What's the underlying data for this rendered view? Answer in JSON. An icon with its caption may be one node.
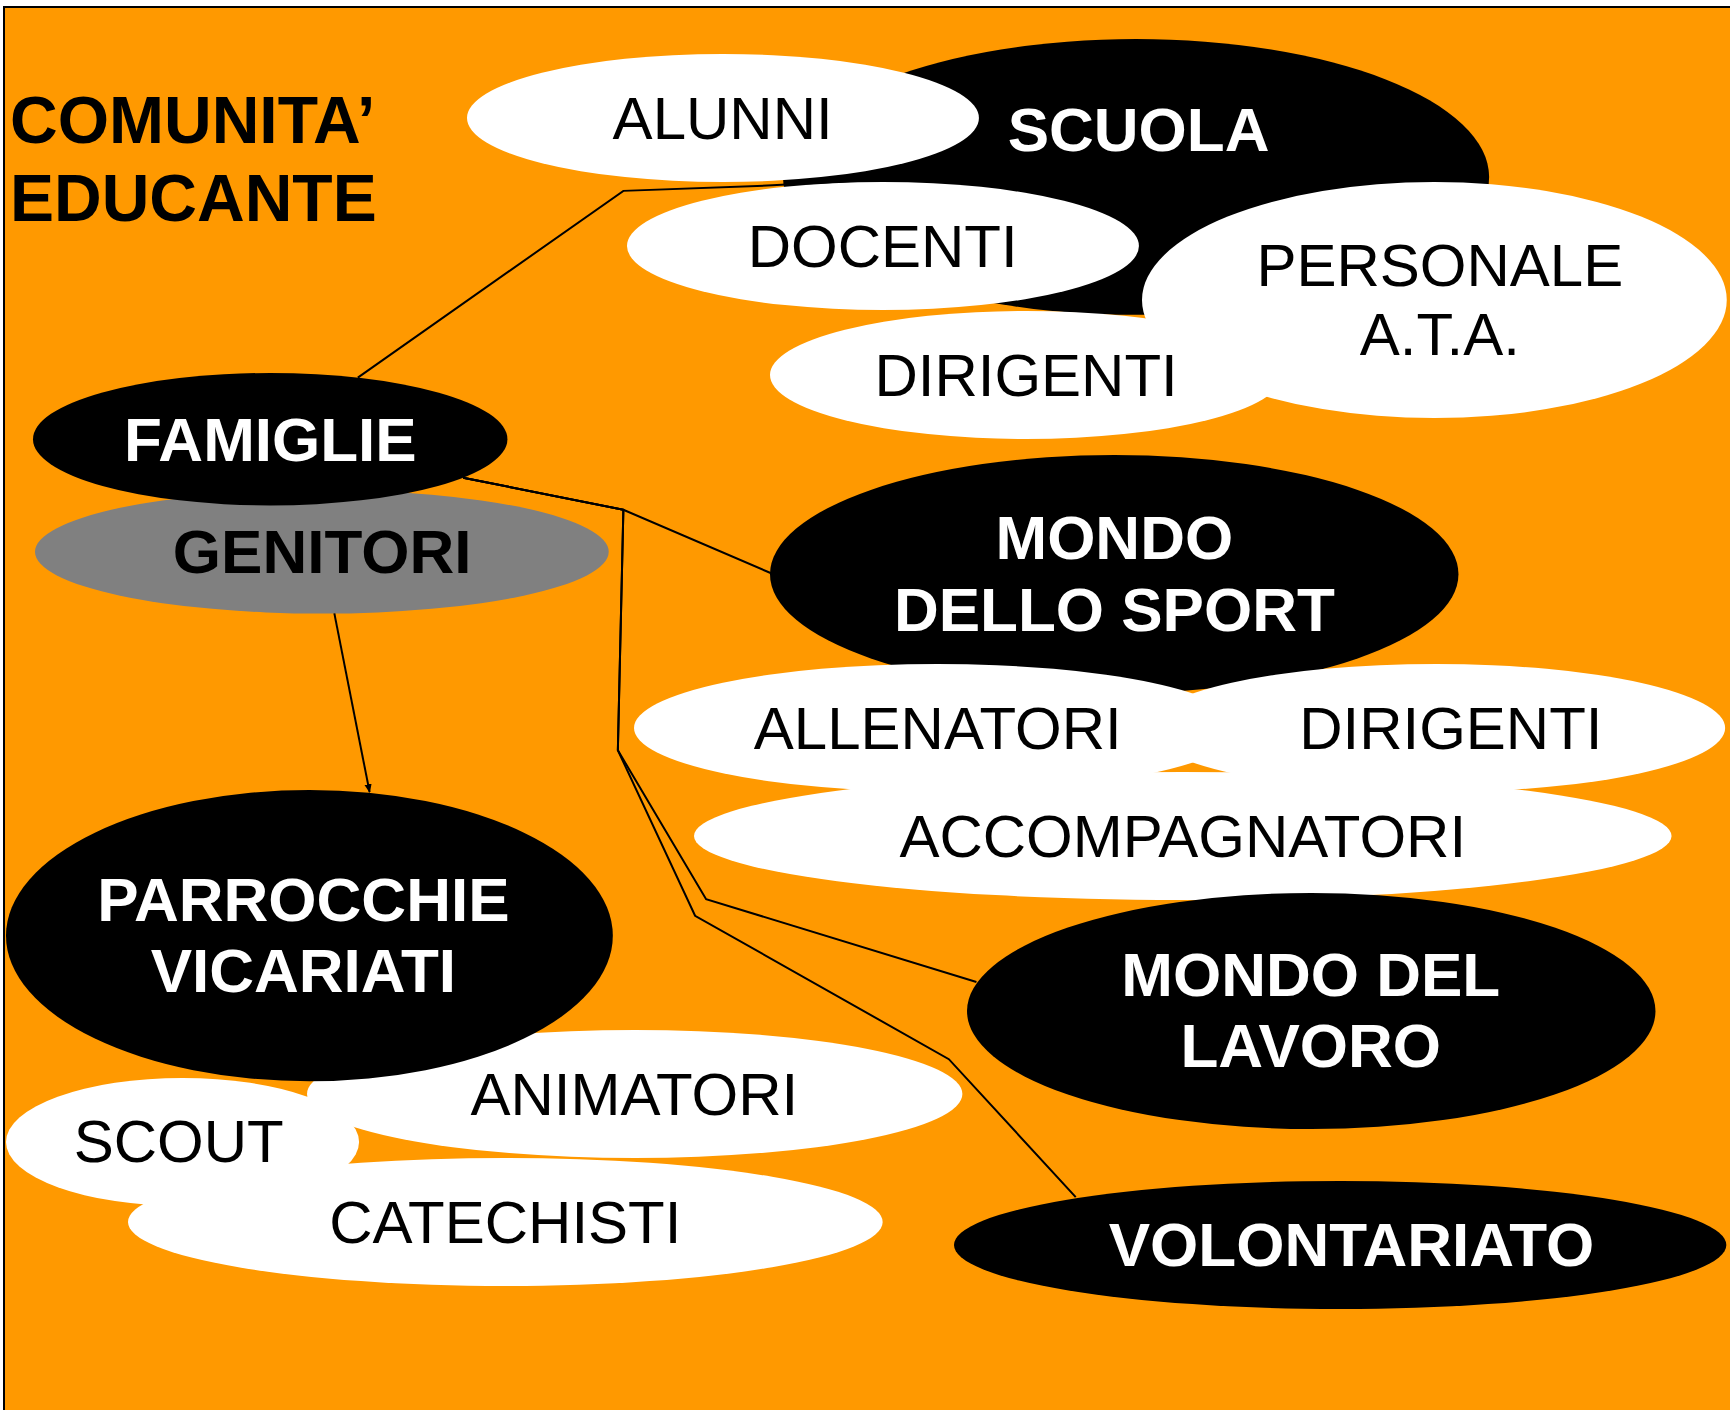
{
  "diagram": {
    "title": "COMUNITA’ EDUCANTE",
    "nodes": [
      {
        "text": [
          "SCUOLA"
        ]
      },
      {
        "text": [
          "ALUNNI"
        ]
      },
      {
        "text": [
          "DOCENTI"
        ]
      },
      {
        "text": [
          "PERSONALE A.T.A."
        ]
      },
      {
        "text": [
          "DIRIGENTI"
        ]
      },
      {
        "text": [
          "FAMIGLIE"
        ]
      },
      {
        "text": [
          "GENITORI"
        ]
      },
      {
        "text": [
          "MONDO DELLO SPORT"
        ]
      },
      {
        "text": [
          "ALLENATORI"
        ]
      },
      {
        "text": [
          "DIRIGENTI"
        ]
      },
      {
        "text": [
          "ACCOMPAGNATORI"
        ]
      },
      {
        "text": [
          "PARROCCHIE VICARIATI"
        ]
      },
      {
        "text": [
          "MONDO DEL LAVORO"
        ]
      },
      {
        "text": [
          "ANIMATORI"
        ]
      },
      {
        "text": [
          "SCOUT"
        ]
      },
      {
        "text": [
          "CATECHISTI"
        ]
      },
      {
        "text": [
          "VOLONTARIATO"
        ]
      }
    ],
    "edges": [
      {
        "from": 5,
        "to": 0,
        "arrow": "to"
      },
      {
        "from": 6,
        "to": 11,
        "arrow": "to"
      },
      {
        "from": 5,
        "to": 7,
        "arrow": "none"
      },
      {
        "from": 5,
        "to": 12,
        "arrow": "none"
      },
      {
        "from": 5,
        "to": 16,
        "arrow": "none"
      }
    ]
  }
}
